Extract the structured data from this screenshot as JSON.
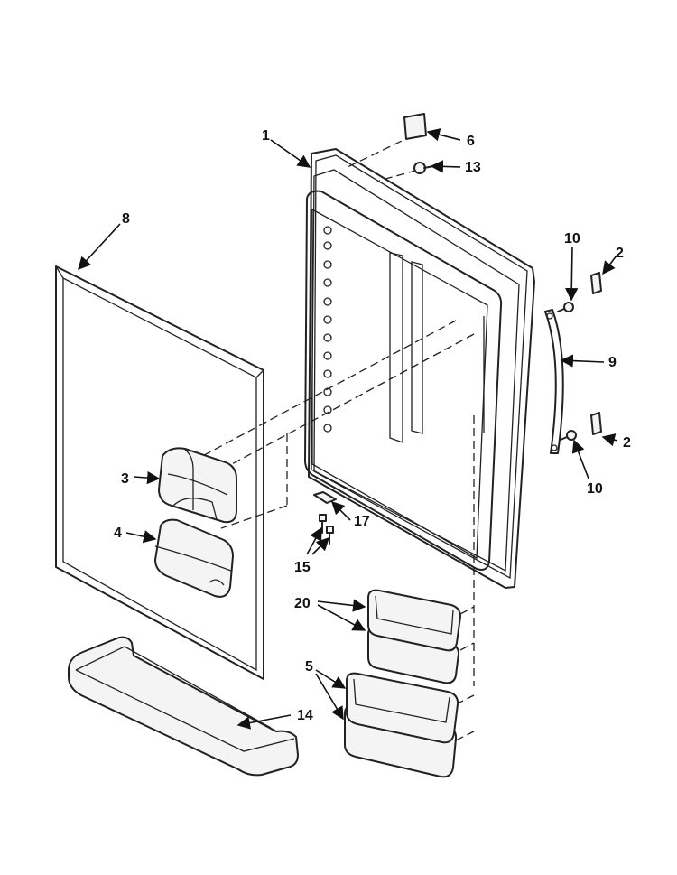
{
  "callouts": {
    "c1": "1",
    "c2a": "2",
    "c2b": "2",
    "c3": "3",
    "c4": "4",
    "c5": "5",
    "c6": "6",
    "c8": "8",
    "c9": "9",
    "c10a": "10",
    "c10b": "10",
    "c13": "13",
    "c14": "14",
    "c15": "15",
    "c17": "17",
    "c20": "20"
  }
}
